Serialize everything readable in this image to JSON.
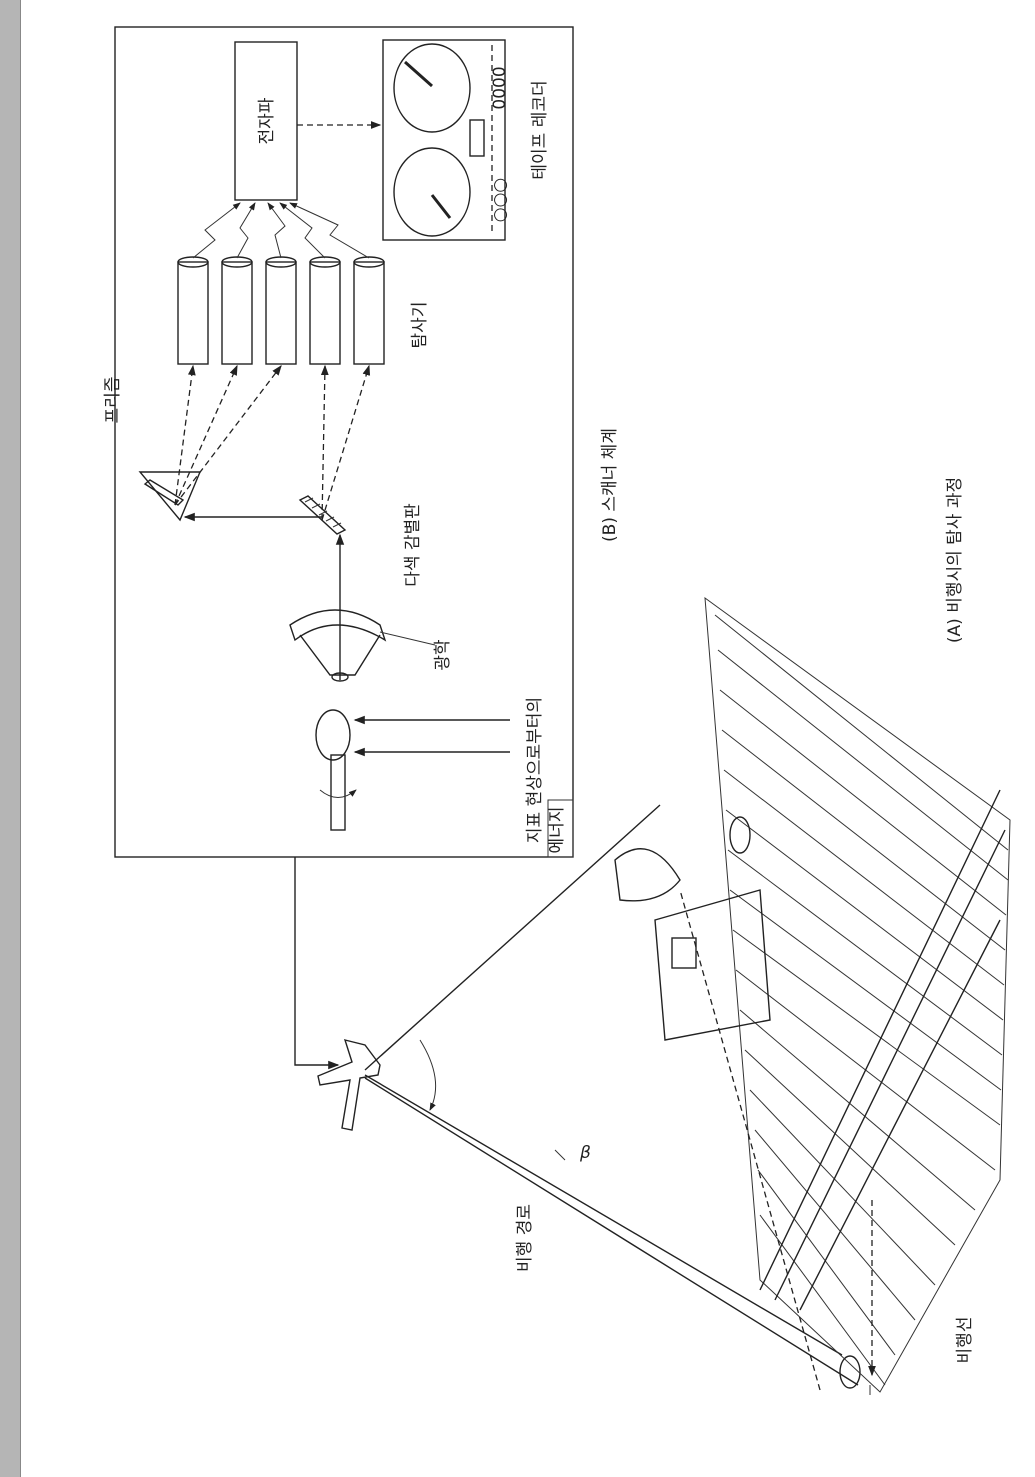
{
  "panel_b": {
    "caption": "(B) 스캐너 체계",
    "labels": {
      "energy_line1": "지표 현상으로부터의",
      "energy_line2": "에너지",
      "optics": "광학",
      "dichroic": "다색 감별판",
      "prism": "프리즘",
      "detectors": "탐사기",
      "electronics": "전자파",
      "tape_recorder": "테이프 레코더"
    }
  },
  "panel_a": {
    "caption": "(A) 비행시의 탐사 과정",
    "labels": {
      "flight_path": "비행 경로",
      "flight_line": "비행선",
      "beta": "β"
    }
  }
}
